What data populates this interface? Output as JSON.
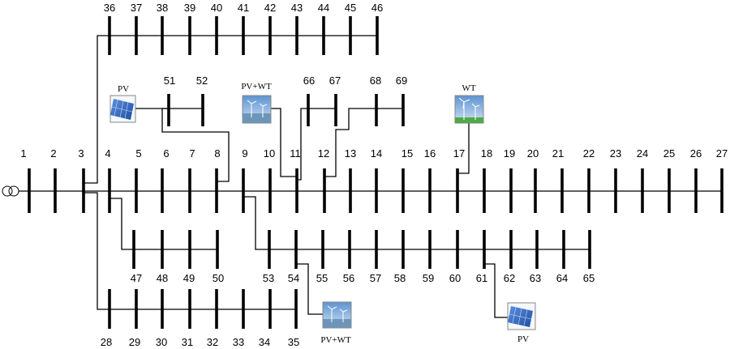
{
  "diagram": {
    "bus_labels": {
      "b1": "1",
      "b2": "2",
      "b3": "3",
      "b4": "4",
      "b5": "5",
      "b6": "6",
      "b7": "7",
      "b8": "8",
      "b9": "9",
      "b10": "10",
      "b11": "11",
      "b12": "12",
      "b13": "13",
      "b14": "14",
      "b15": "15",
      "b16": "16",
      "b17": "17",
      "b18": "18",
      "b19": "19",
      "b20": "20",
      "b21": "21",
      "b22": "22",
      "b23": "23",
      "b24": "24",
      "b25": "25",
      "b26": "26",
      "b27": "27",
      "b28": "28",
      "b29": "29",
      "b30": "30",
      "b31": "31",
      "b32": "32",
      "b33": "33",
      "b34": "34",
      "b35": "35",
      "b36": "36",
      "b37": "37",
      "b38": "38",
      "b39": "39",
      "b40": "40",
      "b41": "41",
      "b42": "42",
      "b43": "43",
      "b44": "44",
      "b45": "45",
      "b46": "46",
      "b47": "47",
      "b48": "48",
      "b49": "49",
      "b50": "50",
      "b51": "51",
      "b52": "52",
      "b53": "53",
      "b54": "54",
      "b55": "55",
      "b56": "56",
      "b57": "57",
      "b58": "58",
      "b59": "59",
      "b60": "60",
      "b61": "61",
      "b62": "62",
      "b63": "63",
      "b64": "64",
      "b65": "65",
      "b66": "66",
      "b67": "67",
      "b68": "68",
      "b69": "69"
    },
    "generators": {
      "pv_top": {
        "label": "PV",
        "type": "pv"
      },
      "pvwt_mid": {
        "label": "PV+WT",
        "type": "pvwt"
      },
      "wt_right": {
        "label": "WT",
        "type": "wt"
      },
      "pvwt_bottom": {
        "label": "PV+WT",
        "type": "pvwt"
      },
      "pv_bottom": {
        "label": "PV",
        "type": "pv"
      }
    },
    "colors": {
      "line": "#000000",
      "pv_panel": "#3a6fc4",
      "sky": "#8fb8e0",
      "grass": "#4fa84a"
    }
  }
}
